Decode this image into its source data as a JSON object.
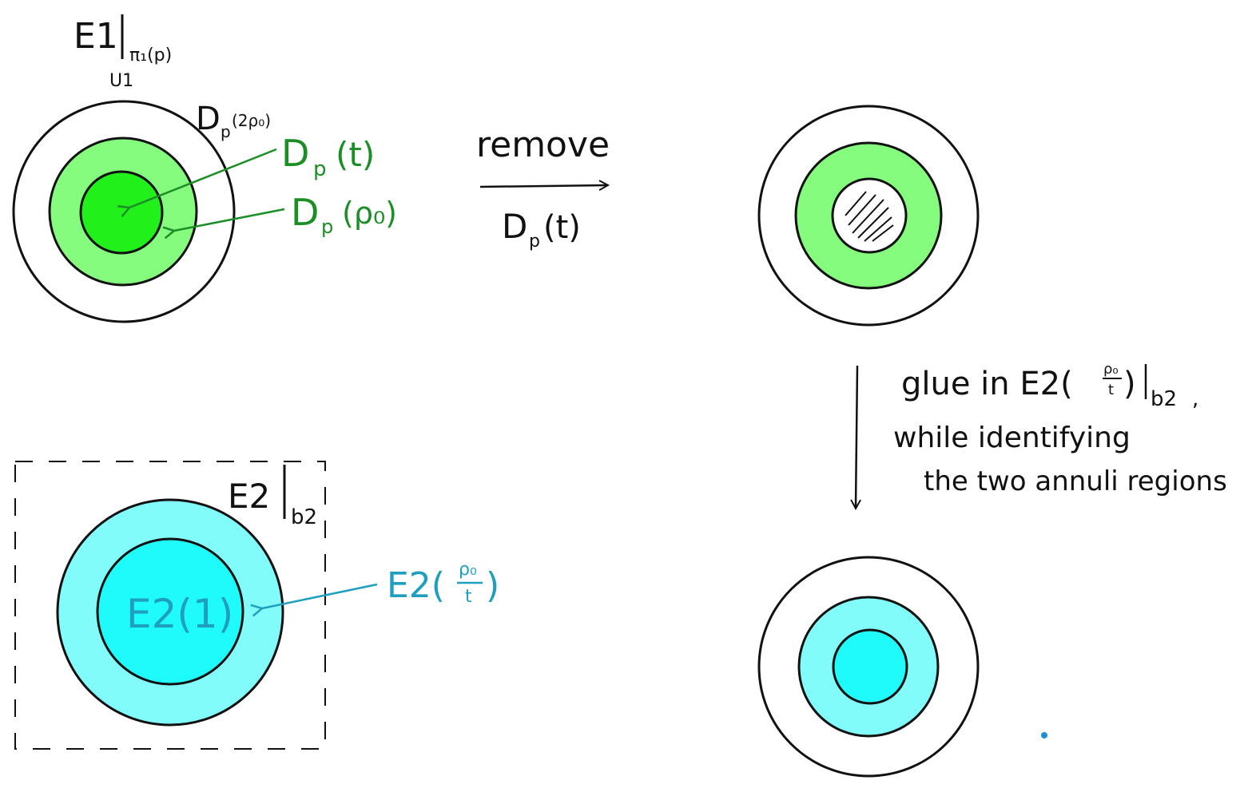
{
  "colors": {
    "stroke": "#111111",
    "light_green": "#86fc7e",
    "bright_green": "#22f01a",
    "green_text": "#1c8e26",
    "light_cyan": "#82fbfb",
    "bright_cyan": "#1ffafa",
    "cyan_text": "#1f9fbf",
    "dot": "#1d8fd6"
  },
  "labels": {
    "e1_restrict": {
      "main": "E1",
      "sub": "π₁(p)",
      "below": "U1"
    },
    "dp_2rho": {
      "main": "D",
      "sub": "p",
      "arg": "(2ρ₀)"
    },
    "dp_t": {
      "main": "D",
      "sub": "p",
      "arg": "(t)"
    },
    "dp_rho": {
      "main": "D",
      "sub": "p",
      "arg": "(ρ₀)"
    },
    "remove": {
      "top": "remove",
      "bottom_main": "D",
      "bottom_sub": "p",
      "bottom_arg": "(t)"
    },
    "glue": {
      "line1_pre": "glue in E2(",
      "frac_num": "ρ₀",
      "frac_den": "t",
      "line1_post": ")",
      "line1_sub": "b2",
      "line1_end": ",",
      "line2": "while identifying",
      "line3": "the two annuli regions"
    },
    "e2_restrict": {
      "main": "E2",
      "sub": "b2"
    },
    "e2_one": "E2(1)",
    "e2_rho_t": {
      "pre": "E2(",
      "frac_num": "ρ₀",
      "frac_den": "t",
      "post": ")"
    }
  }
}
